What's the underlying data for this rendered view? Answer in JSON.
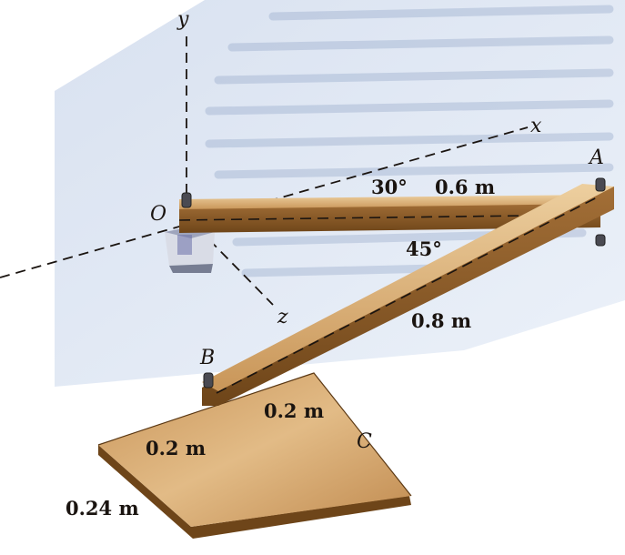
{
  "figure": {
    "labels": {
      "axis_y": "y",
      "axis_x": "x",
      "axis_z": "z",
      "point_o": "O",
      "point_a": "A",
      "point_b": "B",
      "body_c": "C",
      "angle_30": "30°",
      "length_oa": "0.6 m",
      "angle_45": "45°",
      "length_ab": "0.8 m",
      "plate_width": "0.2 m",
      "plate_offset": "0.2 m",
      "plate_length": "0.24 m"
    },
    "colors": {
      "wood_light": "#e3bd88",
      "wood_mid": "#c8955a",
      "wood_dark": "#7a4e22",
      "shadow_panel": "#c9d6ea",
      "ink": "#1a1410"
    }
  }
}
